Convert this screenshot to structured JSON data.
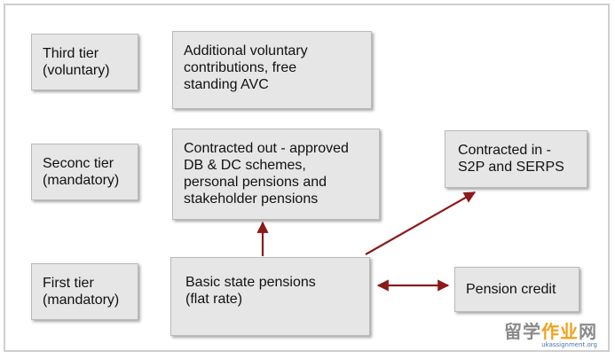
{
  "tiers": [
    {
      "id": "third",
      "label": "Third tier\n(voluntary)"
    },
    {
      "id": "second",
      "label": "Seconc tier\n(mandatory)"
    },
    {
      "id": "first",
      "label": "First tier\n(mandatory)"
    }
  ],
  "boxes": {
    "avc": "Additional voluntary\ncontributions, free\nstanding AVC",
    "contracted_out": "Contracted out - approved\nDB & DC schemes,\npersonal pensions and\nstakeholder pensions",
    "contracted_in": "Contracted in -\nS2P and SERPS",
    "basic_state": "Basic state pensions\n(flat rate)",
    "pension_credit": "Pension credit"
  },
  "colors": {
    "arrow": "#8b1a1a",
    "box_fill": "#e6e6e6",
    "box_border": "#b9b9b9"
  },
  "watermark": {
    "main_left": "留学",
    "main_accent": "作业",
    "main_right": "网",
    "sub": "ukassignment.org"
  }
}
